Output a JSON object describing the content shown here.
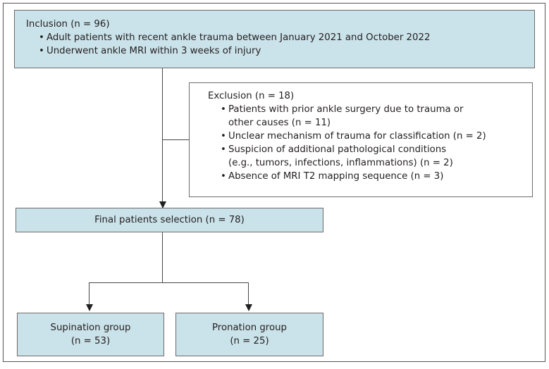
{
  "figure": {
    "type": "study-flow-diagram",
    "colors": {
      "box_fill": "#cae2e9",
      "box_border": "#6f6b69",
      "connector": "#4b4745",
      "text": "#231f20",
      "background": "#ffffff"
    }
  },
  "nodes": {
    "inclusion": {
      "title": "Inclusion (n = 96)",
      "count": 96,
      "items": [
        "Adult patients with recent ankle trauma between January 2021 and October 2022",
        "Underwent ankle MRI within 3 weeks of injury"
      ]
    },
    "exclusion": {
      "title": "Exclusion (n = 18)",
      "count": 18,
      "items": [
        "Patients with prior ankle surgery due to trauma or\nother causes (n = 11)",
        "Unclear mechanism of trauma for classification (n = 2)",
        "Suspicion of additional pathological conditions\n(e.g., tumors, infections, inflammations) (n = 2)",
        "Absence of MRI T2 mapping sequence (n = 3)"
      ]
    },
    "final": {
      "label": "Final patients selection (n = 78)",
      "count": 78
    },
    "supination": {
      "label": "Supination group",
      "count_label": "(n = 53)",
      "count": 53
    },
    "pronation": {
      "label": "Pronation group",
      "count_label": "(n = 25)",
      "count": 25
    }
  }
}
